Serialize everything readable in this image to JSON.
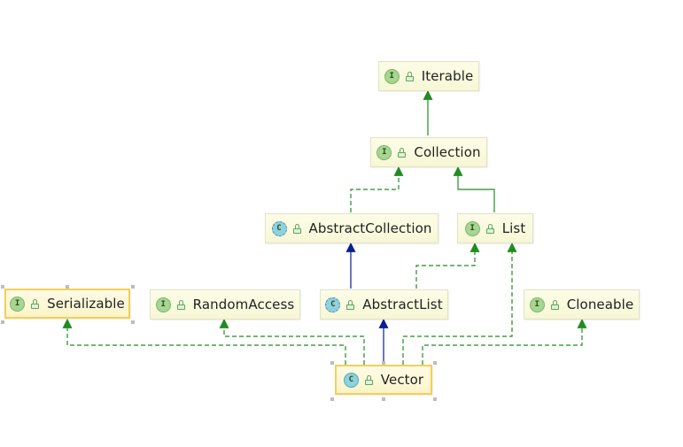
{
  "diagram": {
    "nodes": {
      "iterable": {
        "name": "Iterable",
        "kind": "I"
      },
      "collection": {
        "name": "Collection",
        "kind": "I"
      },
      "abstract_collection": {
        "name": "AbstractCollection",
        "kind": "C"
      },
      "list": {
        "name": "List",
        "kind": "I"
      },
      "serializable": {
        "name": "Serializable",
        "kind": "I"
      },
      "random_access": {
        "name": "RandomAccess",
        "kind": "I"
      },
      "abstract_list": {
        "name": "AbstractList",
        "kind": "C"
      },
      "cloneable": {
        "name": "Cloneable",
        "kind": "I"
      },
      "vector": {
        "name": "Vector",
        "kind": "C"
      }
    },
    "colors": {
      "implements": "#228b22",
      "extends": "#0a1f8f",
      "interface_badge": "#a6d691",
      "class_badge": "#8fd1dd",
      "selection": "#f4cf55"
    },
    "edges": [
      {
        "from": "collection",
        "to": "iterable",
        "type": "extends-interface"
      },
      {
        "from": "abstract_collection",
        "to": "collection",
        "type": "implements"
      },
      {
        "from": "list",
        "to": "collection",
        "type": "extends-interface"
      },
      {
        "from": "abstract_list",
        "to": "abstract_collection",
        "type": "extends"
      },
      {
        "from": "abstract_list",
        "to": "list",
        "type": "implements"
      },
      {
        "from": "vector",
        "to": "abstract_list",
        "type": "extends"
      },
      {
        "from": "vector",
        "to": "serializable",
        "type": "implements"
      },
      {
        "from": "vector",
        "to": "random_access",
        "type": "implements"
      },
      {
        "from": "vector",
        "to": "list",
        "type": "implements"
      },
      {
        "from": "vector",
        "to": "cloneable",
        "type": "implements"
      }
    ]
  }
}
